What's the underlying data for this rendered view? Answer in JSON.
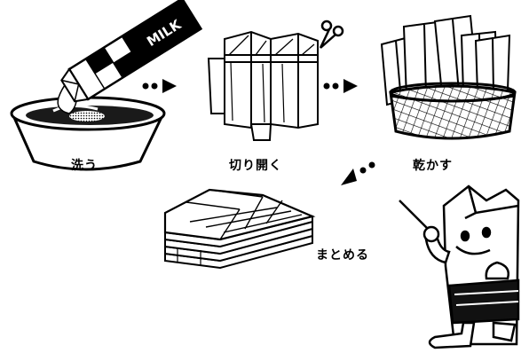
{
  "carton_text": "MILK",
  "steps": [
    {
      "label": "洗う"
    },
    {
      "label": "切り開く"
    },
    {
      "label": "乾かす"
    },
    {
      "label": "まとめる"
    }
  ],
  "colors": {
    "ink": "#000000",
    "paper": "#ffffff"
  },
  "icons": [
    "scissors-icon",
    "arrow-right-icon",
    "arrow-down-left-icon",
    "pointer-stick-icon"
  ]
}
